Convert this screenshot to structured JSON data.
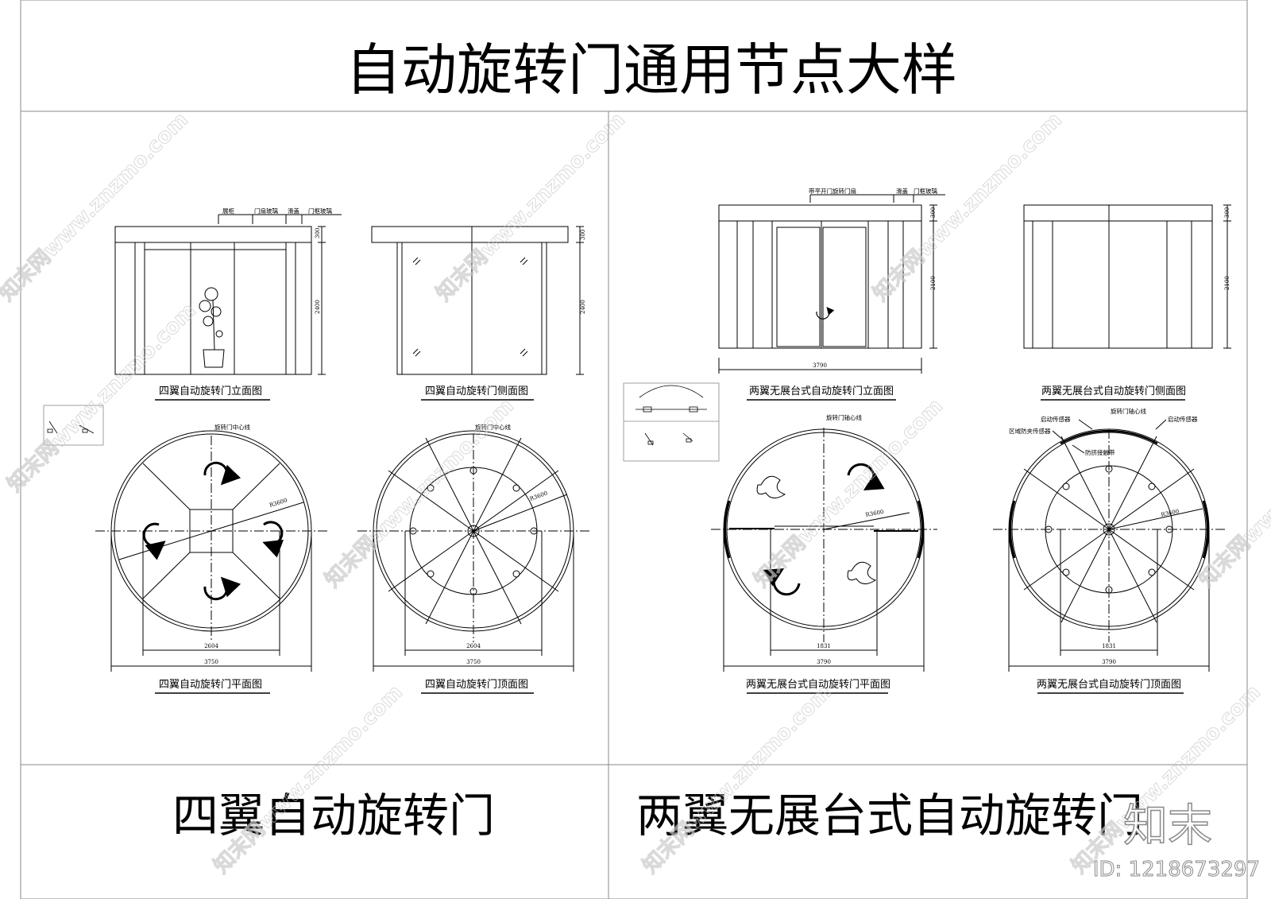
{
  "sheet": {
    "main_title": "自动旋转门通用节点大样",
    "section_left_title": "四翼自动旋转门",
    "section_right_title": "两翼无展台式自动旋转门"
  },
  "drawings": {
    "four_wing": {
      "elevation_title": "四翼自动旋转门立面图",
      "side_title": "四翼自动旋转门侧面图",
      "plan_title": "四翼自动旋转门平面图",
      "ceiling_title": "四翼自动旋转门顶面图",
      "elev_notes": [
        "展柜",
        "门扇玻璃",
        "滑盖",
        "门框玻璃"
      ],
      "plan_note": "旋转门中心线",
      "ceiling_note": "旋转门中心线",
      "dim_height_top": "300",
      "dim_height_main": "2400",
      "dim_inner": "2604",
      "dim_outer": "3750",
      "radius": "R3600"
    },
    "two_wing": {
      "elevation_title": "两翼无展台式自动旋转门立面图",
      "side_title": "两翼无展台式自动旋转门侧面图",
      "plan_title": "两翼无展台式自动旋转门平面图",
      "ceiling_title": "两翼无展台式自动旋转门顶面图",
      "elev_notes": [
        "带平开门旋转门扇",
        "滑盖",
        "门框玻璃"
      ],
      "plan_note": "旋转门轴心线",
      "ceiling_notes": [
        "启动传感器",
        "旋转门轴心线",
        "启动传感器",
        "区域防夹传感器",
        "防挤接触带"
      ],
      "dim_height_top": "300",
      "dim_height_main": "2100",
      "dim_width": "3790",
      "dim_inner": "1831",
      "dim_outer": "3790",
      "radius": "R3600"
    }
  },
  "watermark": {
    "text": "知末网www.znzmo.com",
    "logo_text": "知末",
    "id_text": "ID: 1218673297"
  }
}
